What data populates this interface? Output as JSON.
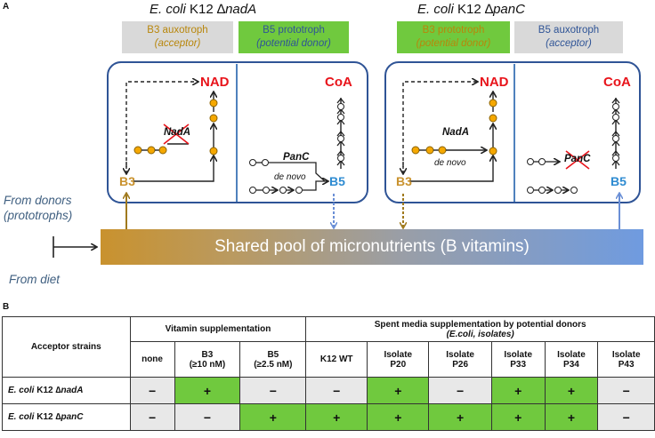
{
  "panel_a": {
    "label": "A",
    "left_cell": {
      "title_prefix": "E. coli",
      "title_strain": " K12 ∆",
      "title_gene": "nadA",
      "tag1": {
        "line1": "B3 auxotroph",
        "line2": "(acceptor)",
        "bg": "#d9d9d9",
        "color": "#b8860b"
      },
      "tag2": {
        "line1": "B5 prototroph",
        "line2": "(potential donor)",
        "bg": "#70c93e",
        "color": "#2f5496"
      },
      "nad": "NAD",
      "coa": "CoA",
      "gene_left": "NadA",
      "gene_right": "PanC",
      "denovo": "de novo",
      "b3": "B3",
      "b5": "B5"
    },
    "right_cell": {
      "title_prefix": "E. coli",
      "title_strain": " K12 ∆",
      "title_gene": "panC",
      "tag1": {
        "line1": "B3 prototroph",
        "line2": "(potential donor)",
        "bg": "#70c93e",
        "color": "#b8860b"
      },
      "tag2": {
        "line1": "B5 auxotroph",
        "line2": "(acceptor)",
        "bg": "#d9d9d9",
        "color": "#2f5496"
      },
      "nad": "NAD",
      "coa": "CoA",
      "gene_left": "NadA",
      "gene_right": "PanC",
      "denovo": "de novo",
      "b3": "B3",
      "b5": "B5"
    },
    "from_donors": "From donors",
    "prototrophs": "(prototrophs)",
    "from_diet": "From diet",
    "pool_label": "Shared pool of micronutrients (B vitamins)"
  },
  "panel_b": {
    "label": "B",
    "acceptor_header": "Acceptor strains",
    "vitamin_header": "Vitamin supplementation",
    "spent_header_line1": "Spent media supplementation by potential donors",
    "spent_header_line2": "(E.coli, isolates)",
    "columns": [
      {
        "line1": "none",
        "line2": ""
      },
      {
        "line1": "B3",
        "line2": "(≥10 nM)"
      },
      {
        "line1": "B5",
        "line2": "(≥2.5 nM)"
      },
      {
        "line1": "K12 WT",
        "line2": ""
      },
      {
        "line1": "Isolate",
        "line2": "P20"
      },
      {
        "line1": "Isolate",
        "line2": "P26"
      },
      {
        "line1": "Isolate",
        "line2": "P33"
      },
      {
        "line1": "Isolate",
        "line2": "P34"
      },
      {
        "line1": "Isolate",
        "line2": "P43"
      }
    ],
    "rows": [
      {
        "label_prefix": "E. coli",
        "label_mid": " K12 ∆",
        "label_gene": "nadA",
        "values": [
          "−",
          "+",
          "−",
          "−",
          "+",
          "−",
          "+",
          "+",
          "−"
        ],
        "colors": [
          "w",
          "g",
          "w",
          "w",
          "g",
          "w",
          "g",
          "g",
          "w"
        ]
      },
      {
        "label_prefix": "E. coli",
        "label_mid": " K12 ∆",
        "label_gene": "panC",
        "values": [
          "−",
          "−",
          "+",
          "+",
          "+",
          "+",
          "+",
          "+",
          "−"
        ],
        "colors": [
          "w",
          "w",
          "g",
          "g",
          "g",
          "g",
          "g",
          "g",
          "w"
        ]
      }
    ]
  }
}
